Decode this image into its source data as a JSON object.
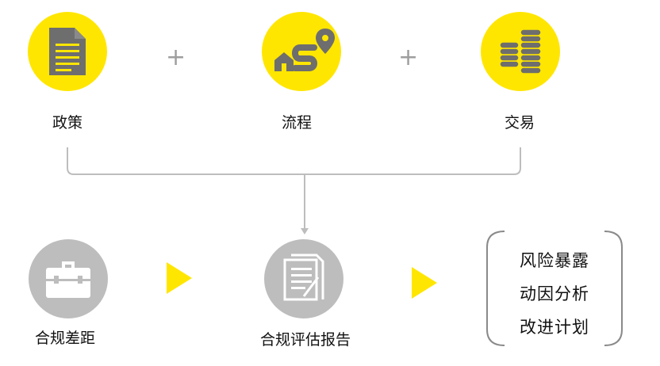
{
  "top": {
    "items": [
      {
        "label": "政策",
        "icon": "document-icon"
      },
      {
        "label": "流程",
        "icon": "route-icon"
      },
      {
        "label": "交易",
        "icon": "coins-icon"
      }
    ],
    "plus_symbol": "+"
  },
  "bottom": {
    "gap": {
      "label": "合规差距",
      "icon": "briefcase-icon"
    },
    "report": {
      "label": "合规评估报告",
      "icon": "report-icon"
    },
    "outcomes": [
      "风险暴露",
      "动因分析",
      "改进计划"
    ]
  },
  "colors": {
    "accent": "#ffe600",
    "icon_dark": "#6e6e6e",
    "neutral_circle": "#bdbdbd",
    "connector": "#bdbdbd"
  }
}
